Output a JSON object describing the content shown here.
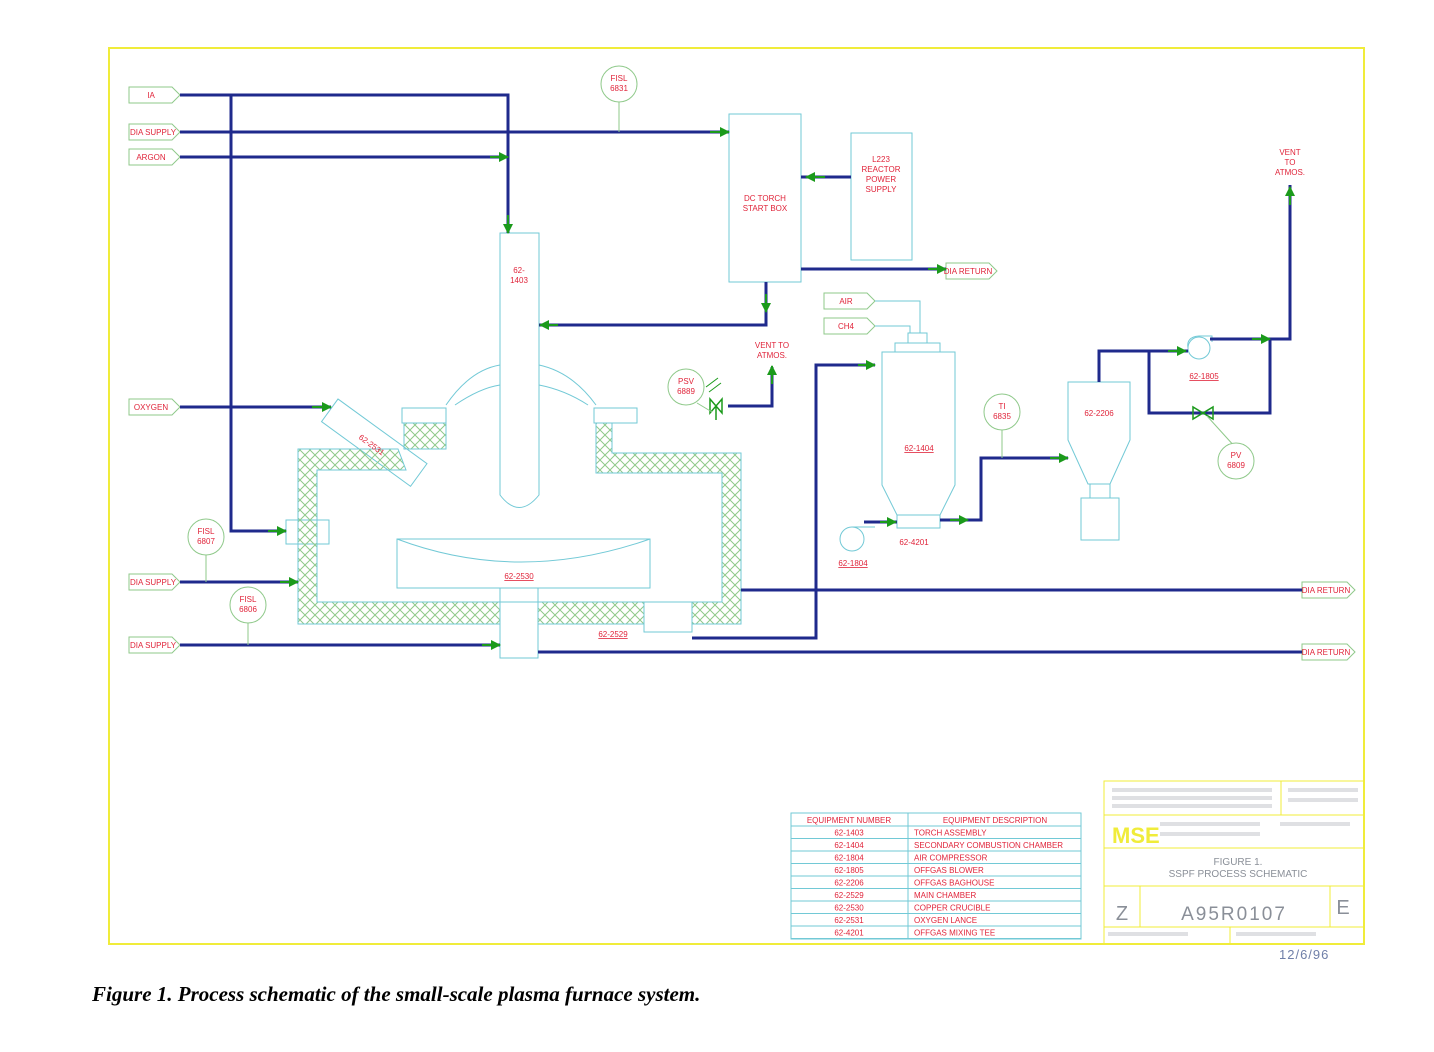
{
  "colors": {
    "border": "#f0ec3a",
    "pipe": "#1f2a8c",
    "arrow": "#1b9a1b",
    "equip": "#72c9d6",
    "label": "#e0243a",
    "green_outline": "#8fc98a",
    "title_block": "#9aa0a8"
  },
  "inputs": {
    "ia": "IA",
    "dia_supply_1": "DIA SUPPLY",
    "argon": "ARGON",
    "oxygen": "OXYGEN",
    "dia_supply_2": "DIA SUPPLY",
    "dia_supply_3": "DIA SUPPLY",
    "air": "AIR",
    "ch4": "CH4"
  },
  "outputs": {
    "dia_return_1": "DIA RETURN",
    "dia_return_2": "DIA RETURN",
    "dia_return_3": "DIA RETURN"
  },
  "instruments": {
    "fisl_6831": {
      "tag": "FISL",
      "num": "6831"
    },
    "fisl_6807": {
      "tag": "FISL",
      "num": "6807"
    },
    "fisl_6806": {
      "tag": "FISL",
      "num": "6806"
    },
    "psv_6889": {
      "tag": "PSV",
      "num": "6889"
    },
    "ti_6835": {
      "tag": "TI",
      "num": "6835"
    },
    "pv_6809": {
      "tag": "PV",
      "num": "6809"
    }
  },
  "equipment_labels": {
    "torch_box": [
      "DC TORCH",
      "START BOX"
    ],
    "power_supply": [
      "L223",
      "REACTOR",
      "POWER",
      "SUPPLY"
    ],
    "torch": [
      "62-",
      "1403"
    ],
    "lance": "62-2531",
    "crucible": "62-2530",
    "chamber": "62-2529",
    "scc": "62-1404",
    "mixing_tee": "62-4201",
    "compressor": "62-1804",
    "baghouse": "62-2206",
    "blower": "62-1805"
  },
  "vents": {
    "vent_1": [
      "VENT TO",
      "ATMOS."
    ],
    "vent_2": [
      "VENT",
      "TO",
      "ATMOS."
    ]
  },
  "equipment_table": {
    "headers": [
      "EQUIPMENT NUMBER",
      "EQUIPMENT DESCRIPTION"
    ],
    "rows": [
      [
        "62-1403",
        "TORCH ASSEMBLY"
      ],
      [
        "62-1404",
        "SECONDARY COMBUSTION CHAMBER"
      ],
      [
        "62-1804",
        "AIR COMPRESSOR"
      ],
      [
        "62-1805",
        "OFFGAS BLOWER"
      ],
      [
        "62-2206",
        "OFFGAS BAGHOUSE"
      ],
      [
        "62-2529",
        "MAIN CHAMBER"
      ],
      [
        "62-2530",
        "COPPER CRUCIBLE"
      ],
      [
        "62-2531",
        "OXYGEN LANCE"
      ],
      [
        "62-4201",
        "OFFGAS MIXING TEE"
      ]
    ]
  },
  "title_block": {
    "figure": "FIGURE 1.",
    "title": "SSPF PROCESS SCHEMATIC",
    "size": "Z",
    "drawing_no": "A95R0107",
    "rev": "E",
    "logo": "MSE"
  },
  "date_stamp": "12/6/96",
  "caption": "Figure 1.  Process schematic of the small-scale plasma furnace system."
}
